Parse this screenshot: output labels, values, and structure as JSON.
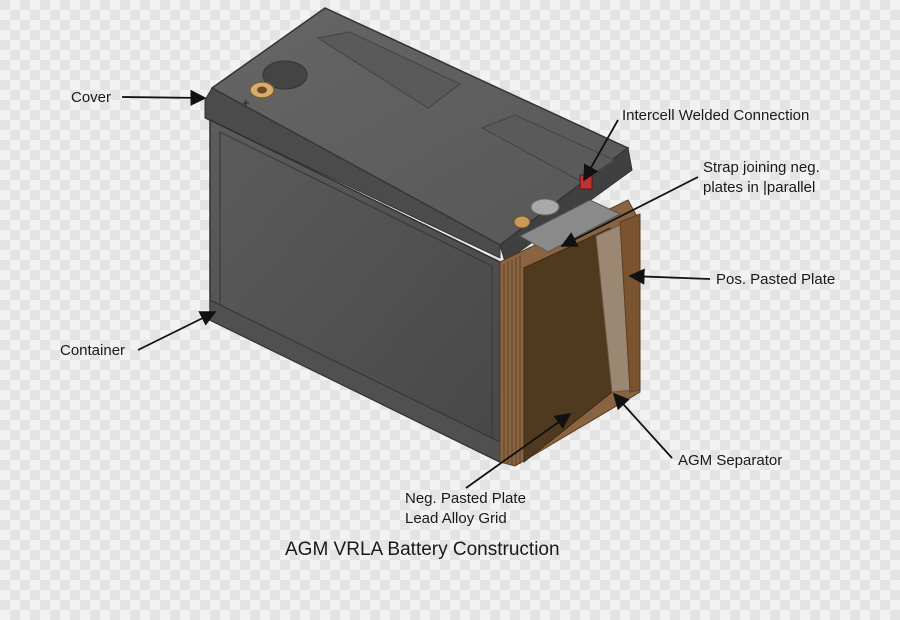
{
  "title": "AGM VRLA Battery Construction",
  "labels": {
    "cover": "Cover",
    "container": "Container",
    "intercell": "Intercell Welded Connection",
    "strap_line1": "Strap joining neg.",
    "strap_line2": "plates in |parallel",
    "pos_plate": "Pos. Pasted Plate",
    "agm_separator": "AGM Separator",
    "neg_plate_line1": "Neg. Pasted Plate",
    "neg_plate_line2": "Lead Alloy Grid"
  },
  "terminal_symbol": "+",
  "colors": {
    "background": "#ffffff",
    "tile_light": "#f2f2f2",
    "tile_dark": "#e4e4e4",
    "lid_top": "#5f5f5f",
    "lid_edge": "#3e3e3e",
    "container_front": "#565656",
    "container_side": "#4a4a4a",
    "neg_plate": "#4f3a1f",
    "plate_edges": "#8a6340",
    "pos_plate": "#7a5430",
    "separator": "#9c8772",
    "terminal_gold": "#c89a5a"
  }
}
